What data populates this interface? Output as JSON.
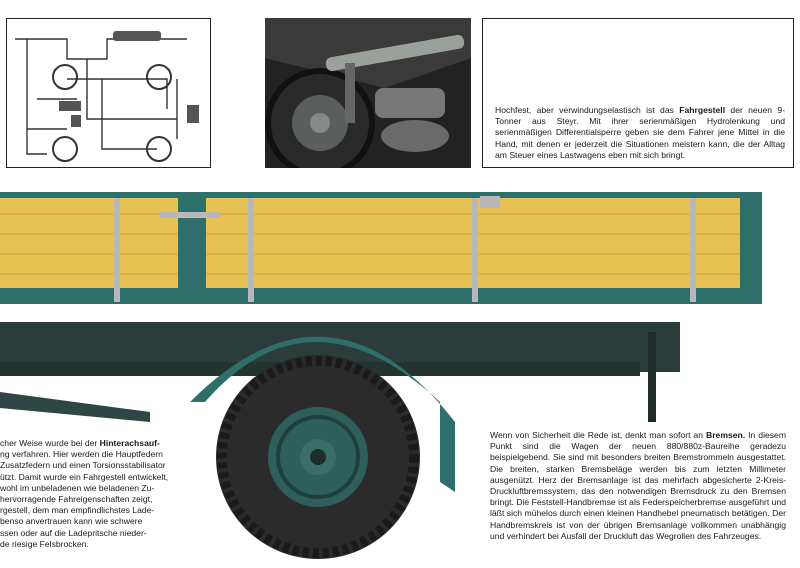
{
  "top_right": {
    "pre": "Hochfest, aber verwindungselastisch ist das ",
    "bold": "Fahrgestell",
    "post": " der neuen 9-Tonner aus Steyr. Mit ihrer serienmäßigen Hydrolenkung und serienmäßigen Differentialsperre geben sie dem Fahrer jene Mittel in die Hand, mit denen er jederzeit die Situationen meistern kann, die der Alltag am Steuer eines Lastwagens eben mit sich bringt."
  },
  "bottom_left": {
    "lines": [
      {
        "pre": "cher Weise wurde bei der ",
        "bold": "Hinterachsauf-",
        "post": ""
      },
      {
        "pre": "ng verfahren. Hier werden die Hauptfedern",
        "bold": "",
        "post": ""
      },
      {
        "pre": "Zusatzfedern und einen Torsionsstabilisator",
        "bold": "",
        "post": ""
      },
      {
        "pre": "ützt. Damit wurde ein Fahrgestell entwickelt,",
        "bold": "",
        "post": ""
      },
      {
        "pre": "wohl im unbeladenen wie beladenen Zu-",
        "bold": "",
        "post": ""
      },
      {
        "pre": " hervorragende Fahreigenschaften zeigt,",
        "bold": "",
        "post": ""
      },
      {
        "pre": "rgestell, dem man empfindlichstes Lade-",
        "bold": "",
        "post": ""
      },
      {
        "pre": "benso anvertrauen kann wie schwere",
        "bold": "",
        "post": ""
      },
      {
        "pre": "ssen oder auf die Ladepritsche nieder-",
        "bold": "",
        "post": ""
      },
      {
        "pre": "de riesige Felsbrocken.",
        "bold": "",
        "post": ""
      }
    ]
  },
  "bottom_right": {
    "pre": "Wenn von Sicherheit die Rede ist, denkt man sofort an ",
    "bold": "Bremsen.",
    "post": " In diesem Punkt sind die Wagen der neuen 880/880z-Baureihe geradezu beispielgebend. Sie sind mit besonders breiten Bremstrommeln ausgestattet. Die breiten, starken Bremsbeläge werden bis zum letzten Millimeter ausgenützt. Herz der Bremsanlage ist das mehrfach abgesicherte 2-Kreis-Druckluftbremssystem, das den notwendigen Bremsdruck zu den Bremsen bringt. Die Feststell-Handbremse ist als Federspeicherbremse ausgeführt und läßt sich mühelos durch einen kleinen Handhebel pneumatisch betätigen. Der Handbremskreis ist von der übrigen Bremsanlage vollkommen unabhängig und verhindert bei Ausfall der Druckluft das Wegrollen des Fahrzeuges."
  },
  "colors": {
    "planks": "#e6c255",
    "frame_teal": "#2f6f6a",
    "chassis": "#2a3d3a",
    "tire": "#2b2b2b"
  }
}
